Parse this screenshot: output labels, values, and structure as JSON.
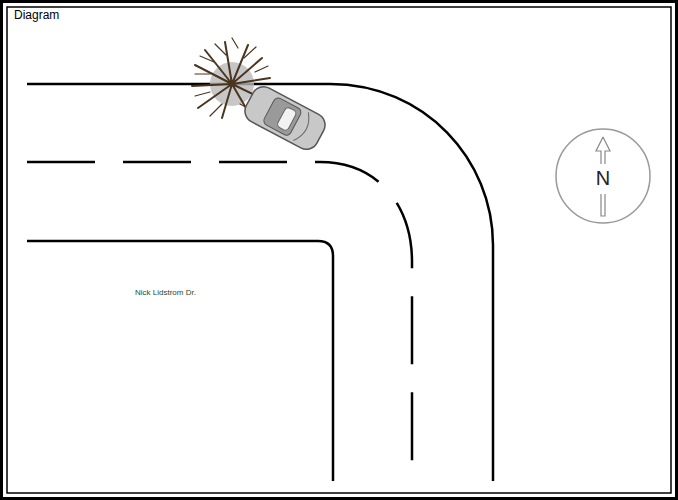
{
  "diagram": {
    "title": "Diagram",
    "labels": [
      "Nick Lidstrom Dr.",
      "N"
    ]
  }
}
